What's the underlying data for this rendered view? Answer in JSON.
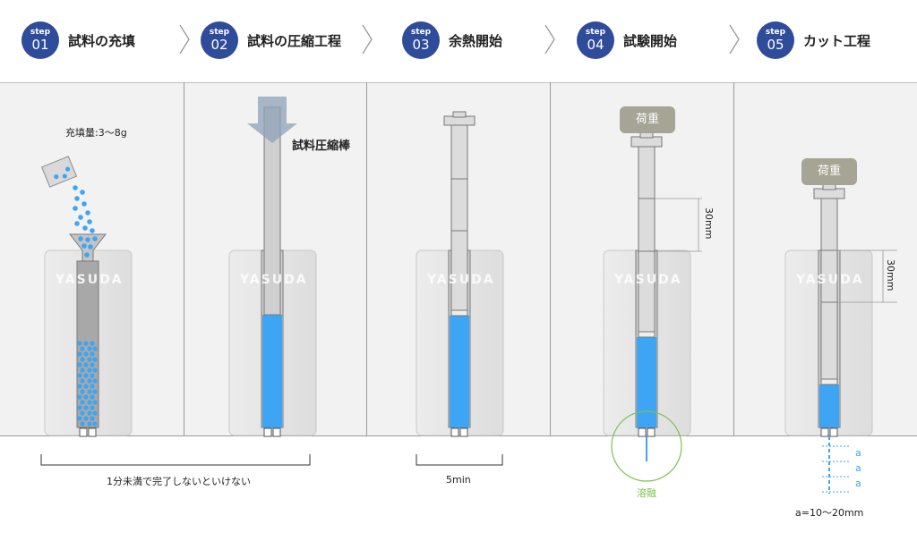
{
  "steps": [
    {
      "step_word": "step",
      "num": "01",
      "title": "試料の充填"
    },
    {
      "step_word": "step",
      "num": "02",
      "title": "試料の圧縮工程"
    },
    {
      "step_word": "step",
      "num": "03",
      "title": "余熱開始"
    },
    {
      "step_word": "step",
      "num": "04",
      "title": "試験開始"
    },
    {
      "step_word": "step",
      "num": "05",
      "title": "カット工程"
    }
  ],
  "panel1": {
    "fill_amount": "充填量:3～8g",
    "note": "1分未満で完了しないといけない"
  },
  "panel2": {
    "rod_label": "試料圧縮棒"
  },
  "panel3": {
    "time": "5min"
  },
  "panel4": {
    "load": "荷重",
    "distance": "30mm",
    "melt": "溶融"
  },
  "panel5": {
    "load": "荷重",
    "distance": "30mm",
    "cut_mark": "a",
    "formula": "a=10～20mm"
  },
  "watermark": "YASUDA",
  "colors": {
    "badge": "#2f4c9a",
    "sample_blue": "#3da5f4",
    "melt_green": "#7cc252",
    "load_box": "#a6a494"
  }
}
